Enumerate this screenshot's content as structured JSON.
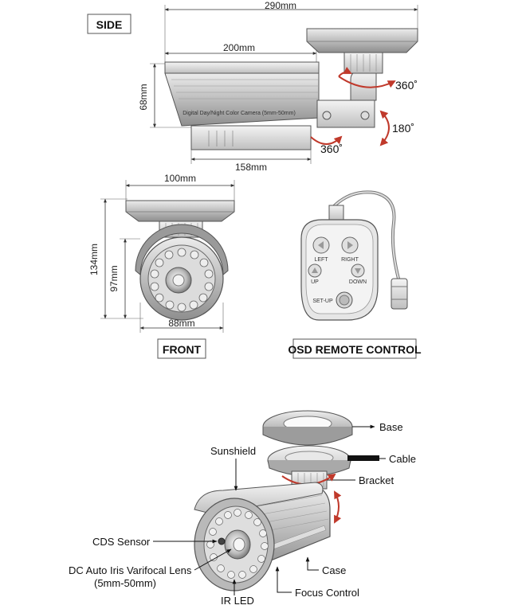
{
  "side_view": {
    "title": "SIDE",
    "overall_width": "290mm",
    "body_length": "200mm",
    "height": "68mm",
    "base_length": "158mm",
    "camera_label": "Digital Day/Night Color Camera (5mm-50mm)",
    "rotation_top": "360˚",
    "rotation_tilt": "180˚",
    "rotation_bottom": "360˚"
  },
  "front_view": {
    "title": "FRONT",
    "top_width": "100mm",
    "overall_height": "134mm",
    "body_height": "97mm",
    "body_width": "88mm"
  },
  "remote": {
    "title": "OSD REMOTE CONTROL",
    "left": "LEFT",
    "right": "RIGHT",
    "up": "UP",
    "down": "DOWN",
    "setup": "SET-UP"
  },
  "exploded": {
    "base": "Base",
    "cable": "Cable",
    "bracket": "Bracket",
    "sunshield": "Sunshield",
    "cds_sensor": "CDS Sensor",
    "lens_line1": "DC Auto Iris Varifocal Lens",
    "lens_line2": "(5mm-50mm)",
    "case": "Case",
    "ir_led": "IR LED",
    "focus_control": "Focus Control"
  },
  "colors": {
    "body_gray": "#c9c9c9",
    "dark_gray": "#8a8a8a",
    "arrow_red": "#c0392b"
  }
}
